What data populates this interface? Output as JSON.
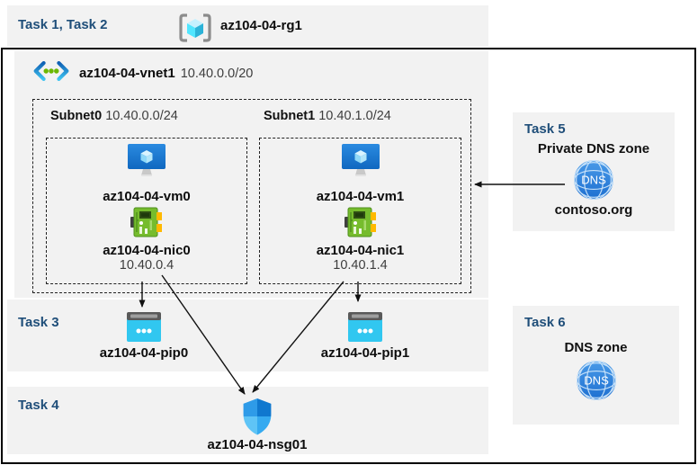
{
  "colors": {
    "task_label": "#1f4e79",
    "panel_bg": "#f2f2f2",
    "secondary_text": "#3d3d3d",
    "arrow": "#111111",
    "pip_cyan": "#31c7f0",
    "nic_green": "#76bc2d",
    "dns_blue": "#2f86dd"
  },
  "header": {
    "tasks_label": "Task 1, Task 2",
    "resource_group_name": "az104-04-rg1"
  },
  "vnet": {
    "name": "az104-04-vnet1",
    "cidr": "10.40.0.0/20"
  },
  "subnets": [
    {
      "name": "Subnet0",
      "cidr": "10.40.0.0/24",
      "vm": "az104-04-vm0",
      "nic": "az104-04-nic0",
      "private_ip": "10.40.0.4"
    },
    {
      "name": "Subnet1",
      "cidr": "10.40.1.0/24",
      "vm": "az104-04-vm1",
      "nic": "az104-04-nic1",
      "private_ip": "10.40.1.4"
    }
  ],
  "task3": {
    "label": "Task 3",
    "public_ips": [
      "az104-04-pip0",
      "az104-04-pip1"
    ]
  },
  "task4": {
    "label": "Task 4",
    "nsg_name": "az104-04-nsg01"
  },
  "task5": {
    "label": "Task 5",
    "title": "Private DNS zone",
    "zone_name": "contoso.org",
    "icon_text": "DNS"
  },
  "task6": {
    "label": "Task 6",
    "title": "DNS zone",
    "icon_text": "DNS"
  }
}
